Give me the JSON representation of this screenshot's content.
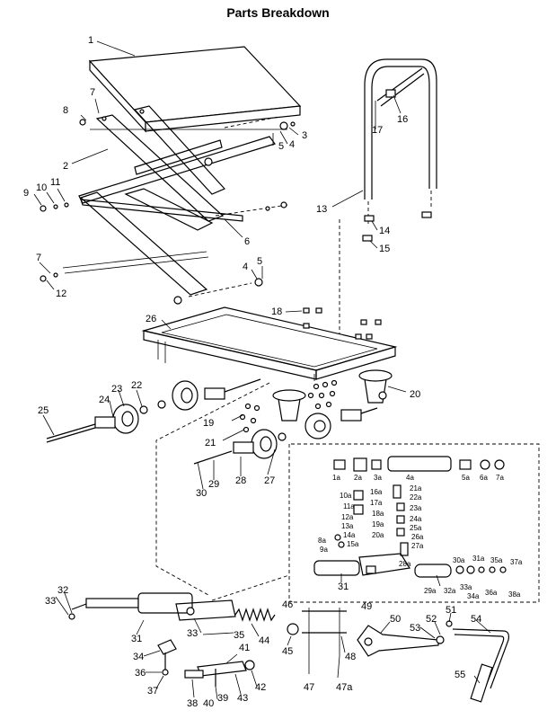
{
  "title": "Parts Breakdown",
  "labels": {
    "p1": "1",
    "p2": "2",
    "p3": "3",
    "p4": "4",
    "p4b": "4",
    "p5": "5",
    "p5b": "5",
    "p6": "6",
    "p7": "7",
    "p7b": "7",
    "p8": "8",
    "p9": "9",
    "p10": "10",
    "p11": "11",
    "p12": "12",
    "p13": "13",
    "p14": "14",
    "p15": "15",
    "p16": "16",
    "p17": "17",
    "p18": "18",
    "p19": "19",
    "p20": "20",
    "p21": "21",
    "p22": "22",
    "p23": "23",
    "p24": "24",
    "p25": "25",
    "p26": "26",
    "p27": "27",
    "p28": "28",
    "p29": "29",
    "p30": "30",
    "p31": "31",
    "p31b": "31",
    "p32": "32",
    "p33": "33",
    "p33b": "33",
    "p34": "34",
    "p35": "35",
    "p36": "36",
    "p37": "37",
    "p38": "38",
    "p39": "39",
    "p40": "40",
    "p41": "41",
    "p42": "42",
    "p43": "43",
    "p44": "44",
    "p45": "45",
    "p46": "46",
    "p47": "47",
    "p47a": "47a",
    "p48": "48",
    "p49": "49",
    "p50": "50",
    "p51": "51",
    "p52": "52",
    "p53": "53",
    "p54": "54",
    "p55": "55",
    "a1": "1a",
    "a2": "2a",
    "a3": "3a",
    "a4": "4a",
    "a5": "5a",
    "a6": "6a",
    "a7": "7a",
    "a9": "9a",
    "a10": "10a",
    "a11": "11a",
    "a12": "12a",
    "a13": "13a",
    "a14": "14a",
    "a15": "15a",
    "a16": "16a",
    "a17": "17a",
    "a18": "18a",
    "a19": "19a",
    "a20": "20a",
    "a21": "21a",
    "a22": "22a",
    "a23": "23a",
    "a24": "24a",
    "a25": "25a",
    "a26": "26a",
    "a27": "27a",
    "a28": "28a",
    "a29": "29a",
    "a30": "30a",
    "a31": "31a",
    "a32": "32a",
    "a33": "33a",
    "a34": "34a",
    "a35": "35a",
    "a36": "36a",
    "a37": "37a",
    "a38": "38a",
    "a8": "8a"
  }
}
